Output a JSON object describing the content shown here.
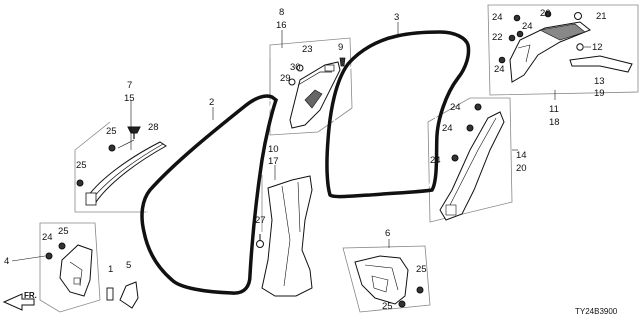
{
  "diagram": {
    "code": "TY24B3900",
    "direction_label": "FR.",
    "colors": {
      "line": "#111111",
      "part_fill": "#ffffff",
      "group_box": "#888888"
    },
    "callouts": {
      "c1": "1",
      "c2": "2",
      "c3": "3",
      "c4": "4",
      "c5": "5",
      "c6": "6",
      "c7": "7",
      "c15": "15",
      "c8": "8",
      "c16": "16",
      "c9": "9",
      "c10": "10",
      "c17": "17",
      "c11": "11",
      "c18": "18",
      "c12": "12",
      "c13": "13",
      "c19": "19",
      "c14": "14",
      "c20": "20",
      "c21": "21",
      "c22": "22",
      "c23": "23",
      "c24a": "24",
      "c24b": "24",
      "c24c": "24",
      "c24d": "24",
      "c24e": "24",
      "c24f": "24",
      "c24g": "24",
      "c24h": "24",
      "c25a": "25",
      "c25b": "25",
      "c25c": "25",
      "c25d": "25",
      "c25e": "25",
      "c26": "26",
      "c27": "27",
      "c28": "28",
      "c29": "29",
      "c30": "30"
    }
  }
}
